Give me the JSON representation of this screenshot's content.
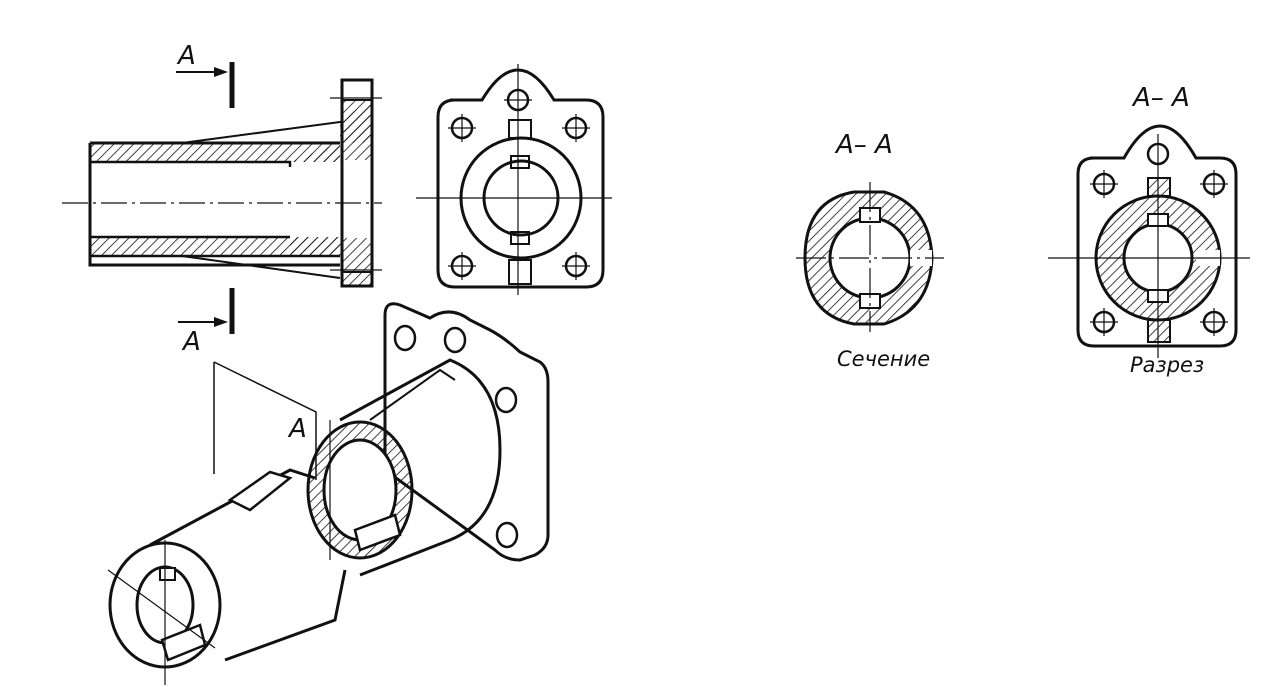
{
  "labels": {
    "cut_top": "A",
    "cut_bottom": "A",
    "plane": "A",
    "section_title": "A– A",
    "section_caption": "Сечение",
    "cutview_title": "A– A",
    "cutview_caption": "Разрез"
  }
}
